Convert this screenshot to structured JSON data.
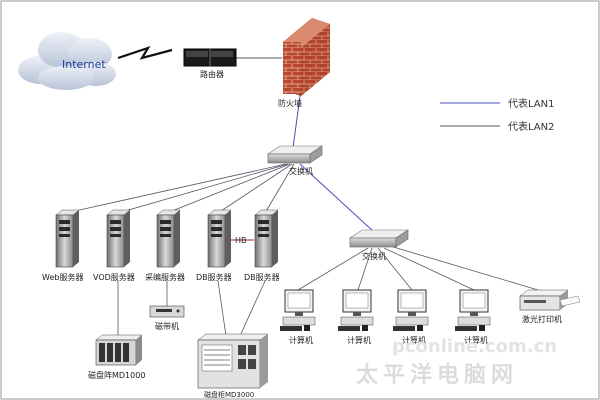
{
  "labels": {
    "internet": "Internet",
    "router": "路由器",
    "firewall": "防火墙",
    "core_switch": "交换机",
    "sub_switch": "交换机",
    "web_server": "Web服务器",
    "vod_server": "VOD服务器",
    "cap_server": "采编服务器",
    "db_server_1": "DB服务器",
    "db_server_2": "DB服务器",
    "ha_link": "HB",
    "tape_drive": "磁带机",
    "disk_array": "磁盘阵MD1000",
    "storage_cabinet": "磁盘柜MD3000",
    "pc1": "计算机",
    "pc2": "计算机",
    "pc3": "计算机",
    "pc4": "计算机",
    "printer": "激光打印机"
  },
  "legend": {
    "lan1": "代表LAN1",
    "lan2": "代表LAN2"
  },
  "colors": {
    "lan1": "#4a4fb8",
    "lan2": "#555566",
    "firewall_brick": "#b8472e",
    "cloud": "#cdd6e6",
    "internet_text": "#1a3a9a"
  },
  "watermark": {
    "line1": "pconline.com.cn",
    "line2": "太平洋电脑网"
  }
}
